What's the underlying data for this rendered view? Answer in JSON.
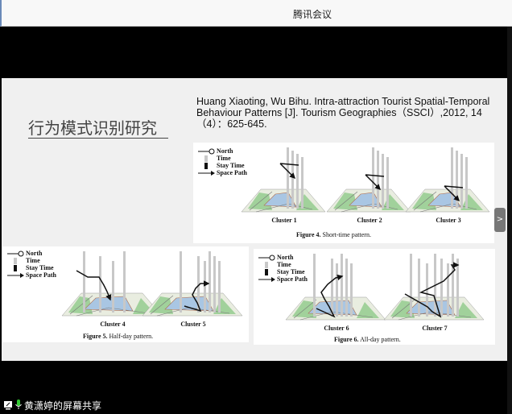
{
  "window": {
    "title": "腾讯会议"
  },
  "slide": {
    "title": "行为模式识别研究",
    "citation": "Huang Xiaoting, Wu Bihu. Intra-attraction Tourist Spatial-Temporal Behaviour Patterns [J]. Tourism Geographies（SSCI）,2012, 14（4）：625-645.",
    "legend": {
      "north": "North",
      "time": "Time",
      "stay": "Stay Time",
      "path": "Space Path"
    },
    "figures": [
      {
        "label": "Figure 4.",
        "title": "Short-time pattern.",
        "clusters": [
          "Cluster 1",
          "Cluster 2",
          "Cluster 3"
        ]
      },
      {
        "label": "Figure 5.",
        "title": "Half-day pattern.",
        "clusters": [
          "Cluster 4",
          "Cluster 5"
        ]
      },
      {
        "label": "Figure 6.",
        "title": "All-day pattern.",
        "clusters": [
          "Cluster 6",
          "Cluster 7"
        ]
      }
    ]
  },
  "share": {
    "label": "黄潇婷的屏幕共享"
  },
  "side_tab": {
    "label": ">"
  }
}
